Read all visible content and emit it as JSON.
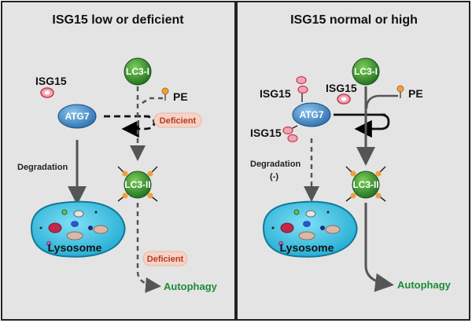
{
  "left_panel": {
    "title": "ISG15 low or deficient",
    "isg15": "ISG15",
    "lc3i": "LC3-I",
    "pe": "PE",
    "atg7": "ATG7",
    "deficient_1": "Deficient",
    "degradation": "Degradation",
    "lc3ii": "LC3-II",
    "lysosome": "Lysosome",
    "deficient_2": "Deficient",
    "autophagy": "Autophagy"
  },
  "right_panel": {
    "title": "ISG15 normal or high",
    "lc3i": "LC3-I",
    "isg15_a": "ISG15",
    "isg15_b": "ISG15",
    "isg15_c": "ISG15",
    "pe": "PE",
    "atg7": "ATG7",
    "degradation": "Degradation",
    "degradation_sign": "(-)",
    "lc3ii": "LC3-II",
    "lysosome": "Lysosome",
    "autophagy": "Autophagy"
  },
  "colors": {
    "panel_bg": "#e4e4e4",
    "lc3_green": "#2e8b2e",
    "atg7_blue": "#3a86c8",
    "lysosome_cyan": "#34c0e3",
    "autophagy_green": "#1f8a3a",
    "deficient_fill": "#f6d3c6",
    "isg15_pink": "#e8607a",
    "pe_orange": "#f0a040"
  }
}
